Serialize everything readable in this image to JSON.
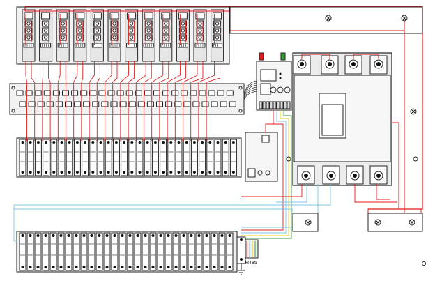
{
  "colors": {
    "red": "#e11b1b",
    "cyan": "#7ec8e3",
    "yellow": "#e8d21a",
    "green": "#3a9a3a",
    "outline": "#222222",
    "panel": "#f2f2f2"
  },
  "labels": {
    "rs485": "R485"
  },
  "counts": {
    "top_meters": 12,
    "patch_ports_per_row": 24,
    "upper_rail_terminals": 28,
    "lower_rail_terminals": 28
  },
  "icons": {
    "mount_hole": "circle-x-icon",
    "ground": "ground-icon"
  }
}
